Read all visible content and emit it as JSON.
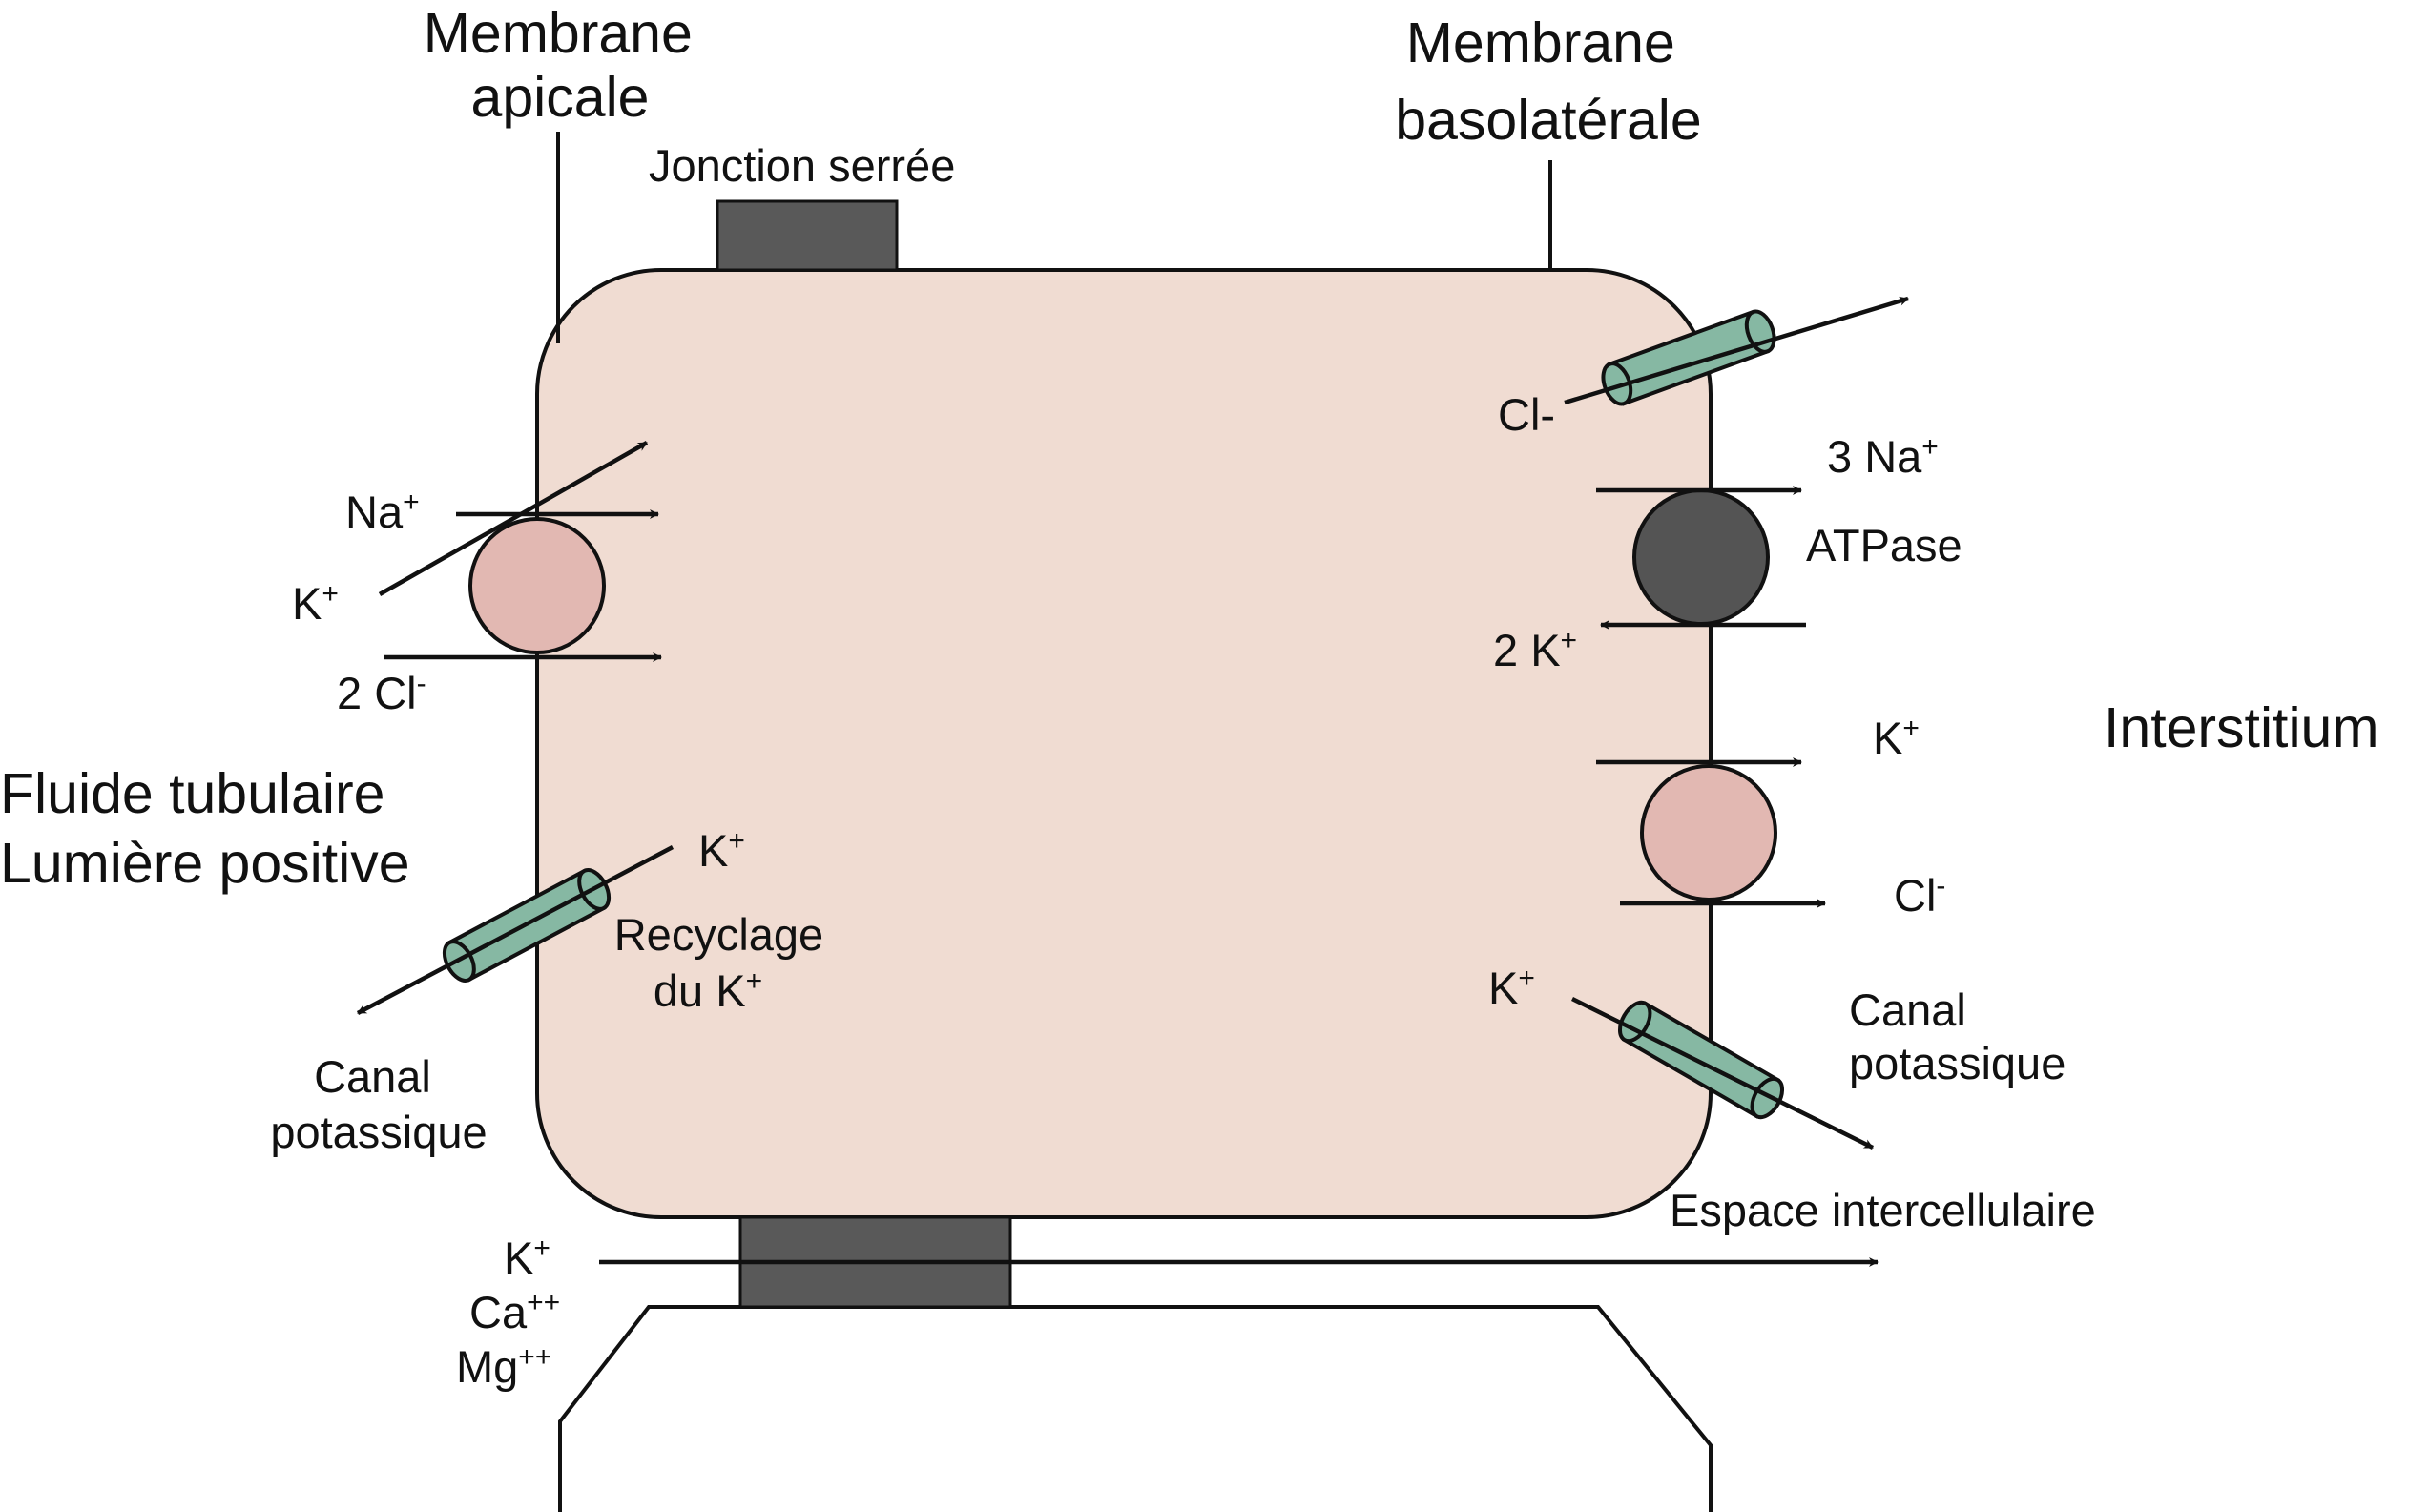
{
  "colors": {
    "cell_fill": "#f0dcd2",
    "junction": "#595959",
    "cotransporter": "#e2b8b2",
    "channel": "#86b8a3",
    "atpase": "#545454",
    "outline": "#111111"
  },
  "labels": {
    "membrane_apical": [
      "Membrane",
      "apicale"
    ],
    "membrane_basolateral": [
      "Membrane",
      "basolatérale"
    ],
    "tight_junction": "Jonction serrée",
    "tubular_fluid": [
      "Fluide tubulaire",
      "Lumière positive"
    ],
    "interstitium": "Interstitium",
    "apical_na": "Na",
    "apical_na_sup": "+",
    "apical_k": "K",
    "apical_k_sup": "+",
    "apical_cl": "2 Cl",
    "apical_cl_sup": "-",
    "recycling_k": "K",
    "recycling_k_sup": "+",
    "recycling": [
      "Recyclage",
      "du K"
    ],
    "recycling_sup": "+",
    "apical_channel": [
      "Canal",
      "potassique"
    ],
    "baso_cl_out": "Cl-",
    "atpase_na": "3 Na",
    "atpase_na_sup": "+",
    "atpase": "ATPase",
    "atpase_k": "2 K",
    "atpase_k_sup": "+",
    "kcl_k": "K",
    "kcl_k_sup": "+",
    "kcl_cl": "Cl",
    "kcl_cl_sup": "-",
    "baso_channel_k": "K",
    "baso_channel_k_sup": "+",
    "baso_channel": [
      "Canal",
      "potassique"
    ],
    "intercellular_space": "Espace intercellulaire",
    "para_k": "K",
    "para_k_sup": "+",
    "para_ca": "Ca",
    "para_ca_sup": "++",
    "para_mg": "Mg",
    "para_mg_sup": "++"
  }
}
